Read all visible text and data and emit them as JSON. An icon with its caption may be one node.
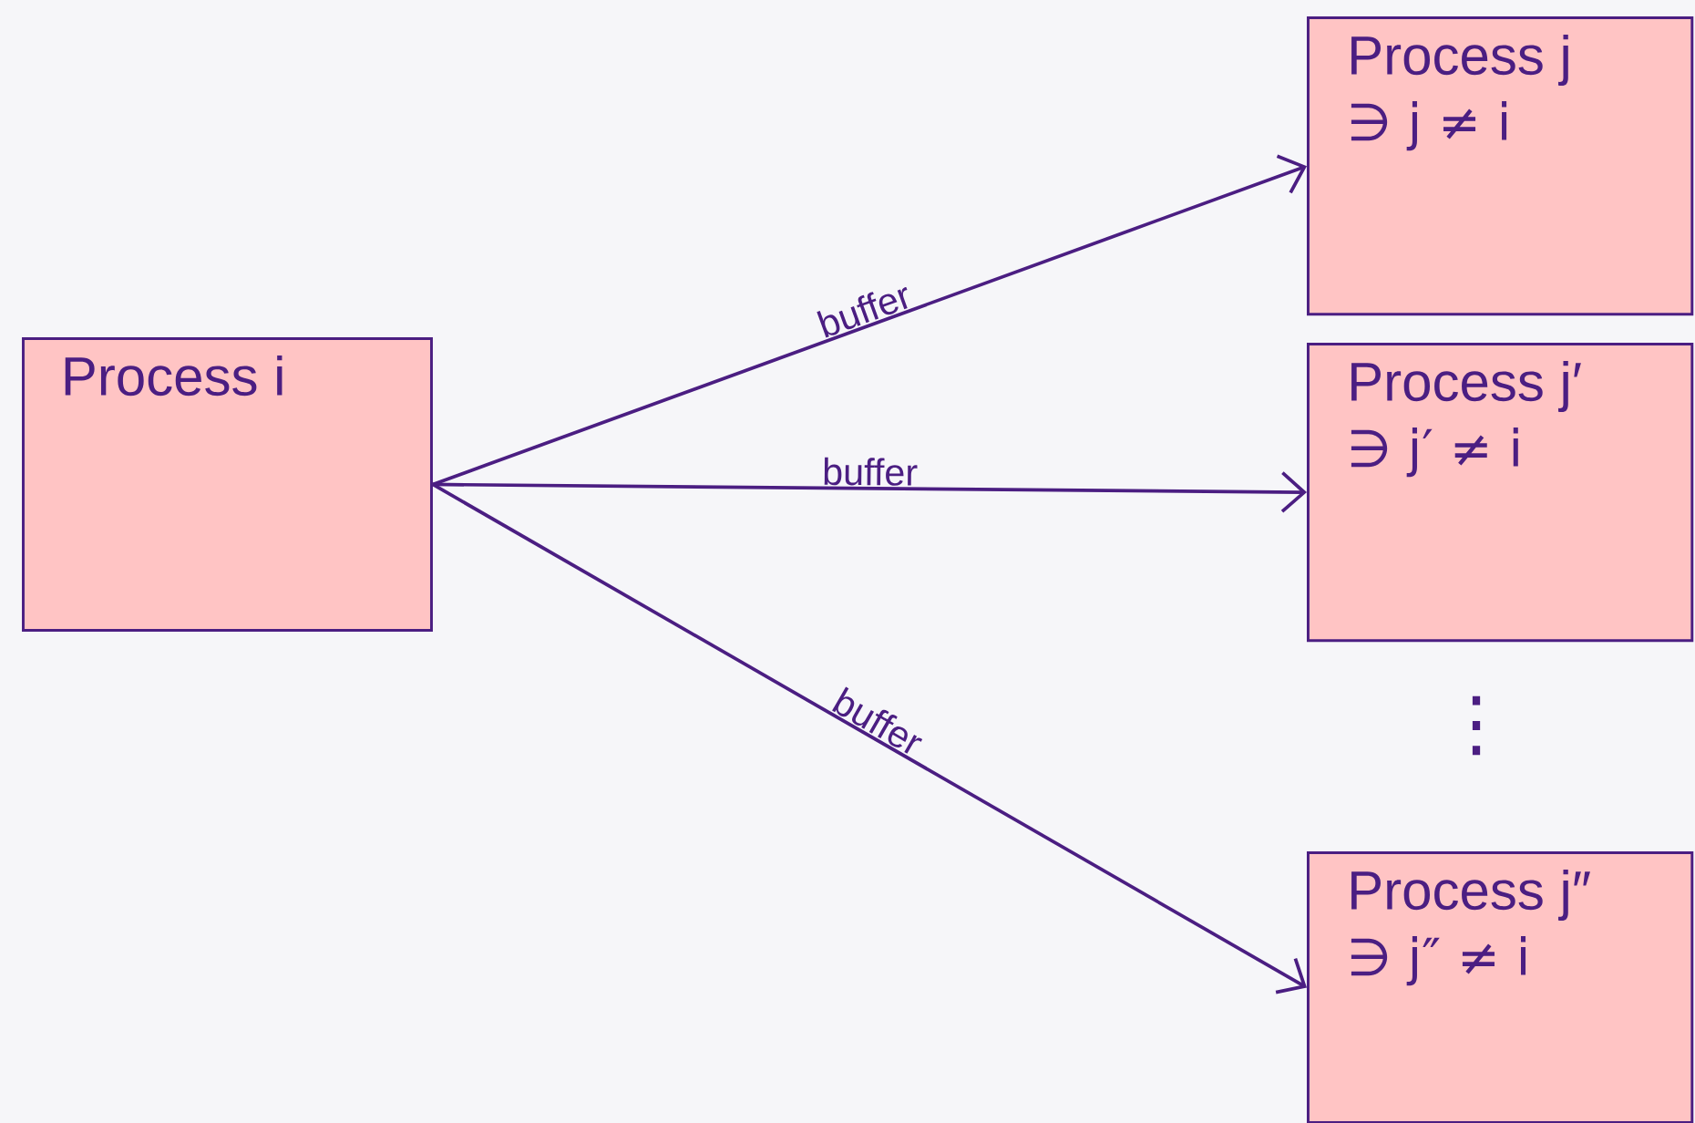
{
  "diagram": {
    "nodes": [
      {
        "text": [
          "Process i"
        ]
      },
      {
        "text": [
          "Process j",
          "∋ j ≠ i"
        ]
      },
      {
        "text": [
          "Process j′",
          "∋ j′ ≠ i"
        ]
      },
      {
        "text": [
          "Process j″",
          "∋ j″ ≠ i"
        ]
      }
    ],
    "edges": [
      {
        "from": 0,
        "to": 1,
        "arrow": "to",
        "label": "buffer"
      },
      {
        "from": 0,
        "to": 2,
        "arrow": "to",
        "label": "buffer"
      },
      {
        "from": 0,
        "to": 3,
        "arrow": "to",
        "label": "buffer"
      }
    ],
    "labels": [
      "⋮"
    ]
  }
}
